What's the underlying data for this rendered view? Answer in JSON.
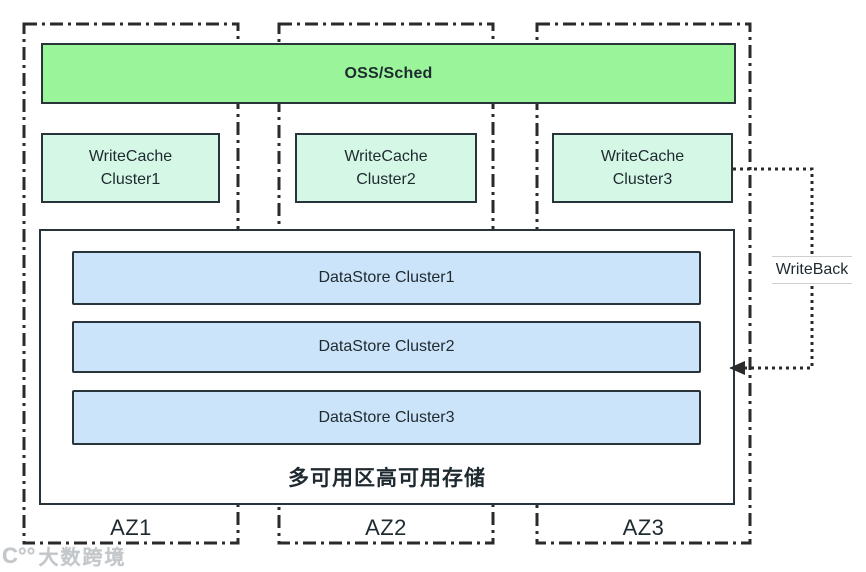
{
  "diagram": {
    "oss_bar_label": "OSS/Sched",
    "writecache_clusters": [
      {
        "line1": "WriteCache",
        "line2": "Cluster1"
      },
      {
        "line1": "WriteCache",
        "line2": "Cluster2"
      },
      {
        "line1": "WriteCache",
        "line2": "Cluster3"
      }
    ],
    "datastore_clusters": [
      {
        "label": "DataStore Cluster1"
      },
      {
        "label": "DataStore Cluster2"
      },
      {
        "label": "DataStore Cluster3"
      }
    ],
    "storage_title": "多可用区高可用存储",
    "az_zones": [
      {
        "label": "AZ1"
      },
      {
        "label": "AZ2"
      },
      {
        "label": "AZ3"
      }
    ],
    "writeback_label": "WriteBack",
    "watermark": {
      "icon": "C°°",
      "text": "大数跨境"
    },
    "colors": {
      "oss_bar_fill": "#9af49a",
      "writecache_fill": "#d4f7e6",
      "datastore_fill": "#cbe4f9",
      "box_border": "#29333a",
      "az_dashdot_border": "#2a2a2a",
      "writeback_dotted_line": "#2a2a2a",
      "writeback_label_rule": "#cfcfcf",
      "watermark_gray": "#c3c7ca"
    }
  }
}
